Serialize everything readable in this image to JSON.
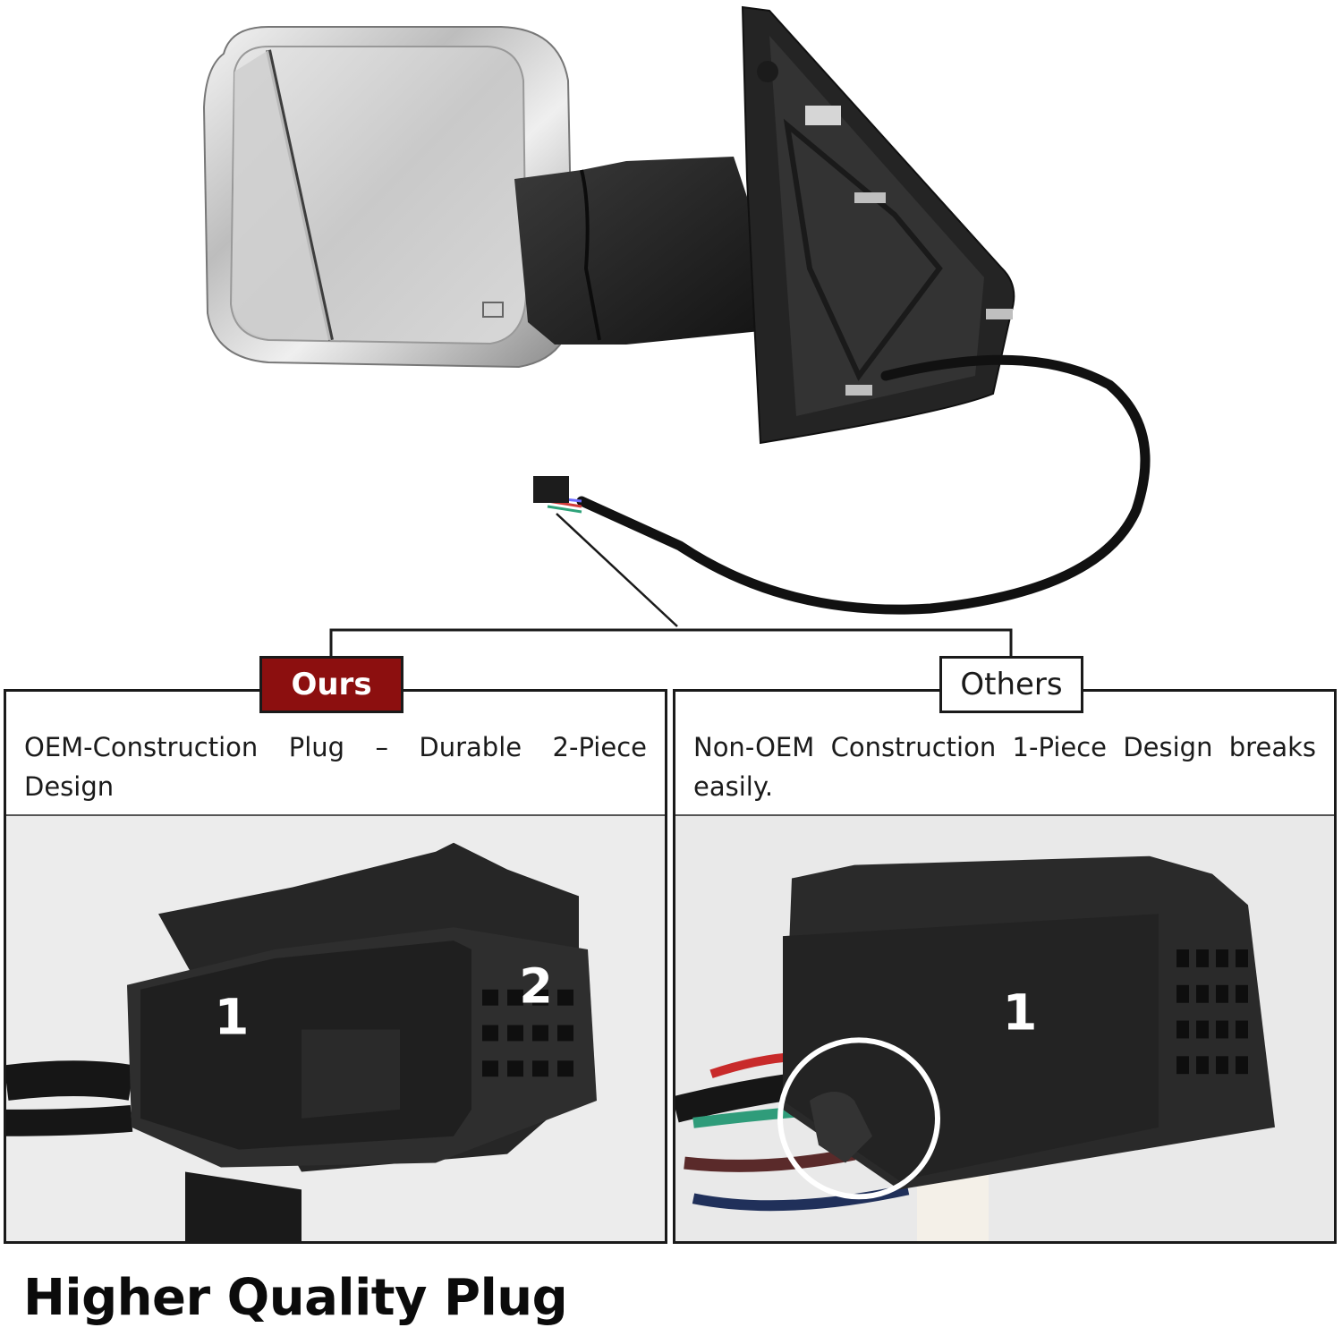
{
  "tags": {
    "ours": "Ours",
    "others": "Others"
  },
  "panels": {
    "ours": {
      "description": "OEM-Construction Plug – Durable 2-Piece Design",
      "piece_labels": [
        "1",
        "2"
      ]
    },
    "others": {
      "description": "Non-OEM Construction 1-Piece Design breaks easily.",
      "piece_labels": [
        "1"
      ]
    }
  },
  "headline": "Higher Quality Plug",
  "colors": {
    "ours_tag": "#8c0f0f",
    "border": "#1a1a1a",
    "highlight_circle": "#ffffff"
  }
}
